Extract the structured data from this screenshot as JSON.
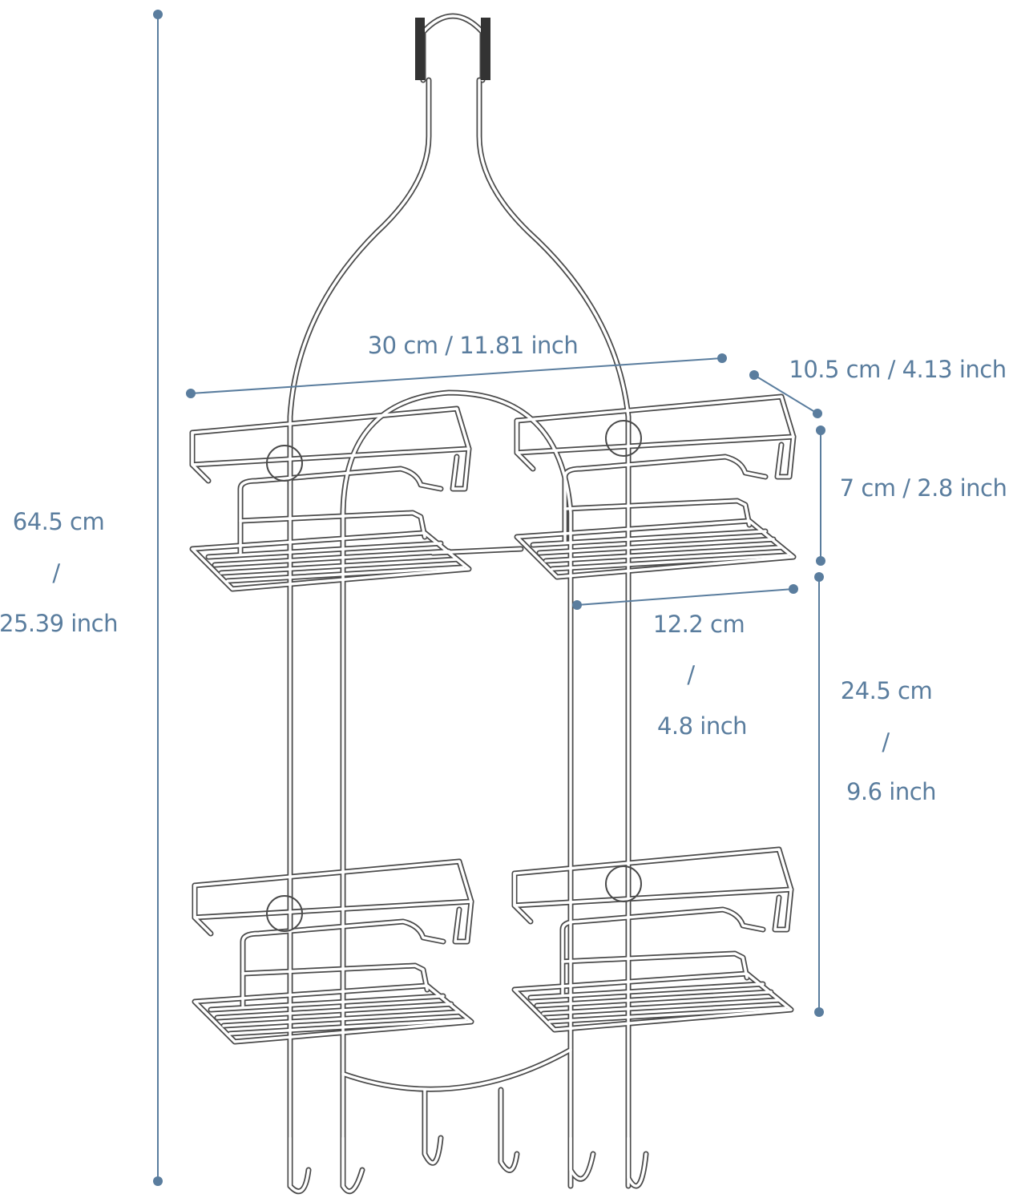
{
  "colors": {
    "dimension": "#5a7d9e",
    "outline": "#4a4a4a"
  },
  "dimensions": {
    "height": {
      "cm": "64.5 cm",
      "sep": "/",
      "inch": "25.39 inch"
    },
    "width": {
      "label": "30 cm / 11.81 inch"
    },
    "depth": {
      "label": "10.5 cm / 4.13 inch"
    },
    "basket_height": {
      "label": "7 cm / 2.8 inch"
    },
    "basket_width": {
      "cm": "12.2 cm",
      "sep": "/",
      "inch": "4.8 inch"
    },
    "shelf_spacing": {
      "cm": "24.5 cm",
      "sep": "/",
      "inch": "9.6 inch"
    }
  }
}
